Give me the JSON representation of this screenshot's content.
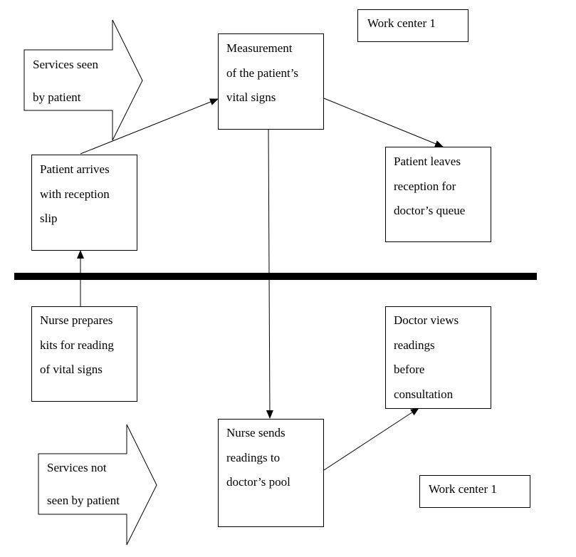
{
  "labels": {
    "work_center_top": "Work center 1",
    "work_center_bottom": "Work center 1",
    "services_seen": [
      "Services seen",
      "by patient"
    ],
    "services_not_seen": [
      "Services not",
      "seen by patient"
    ]
  },
  "boxes": {
    "measurement": [
      "Measurement",
      "of the patient’s",
      "vital signs"
    ],
    "patient_arrives": [
      "Patient arrives",
      "with reception",
      "slip"
    ],
    "patient_leaves": [
      "Patient leaves",
      "reception for",
      "doctor’s queue"
    ],
    "nurse_prepares": [
      "Nurse prepares",
      "kits for reading",
      "of vital signs"
    ],
    "doctor_views": [
      "Doctor views",
      "readings",
      "before",
      "consultation"
    ],
    "nurse_sends": [
      "Nurse sends",
      "readings to",
      "doctor’s pool"
    ]
  },
  "colors": {
    "line": "#000000",
    "background": "#ffffff"
  }
}
